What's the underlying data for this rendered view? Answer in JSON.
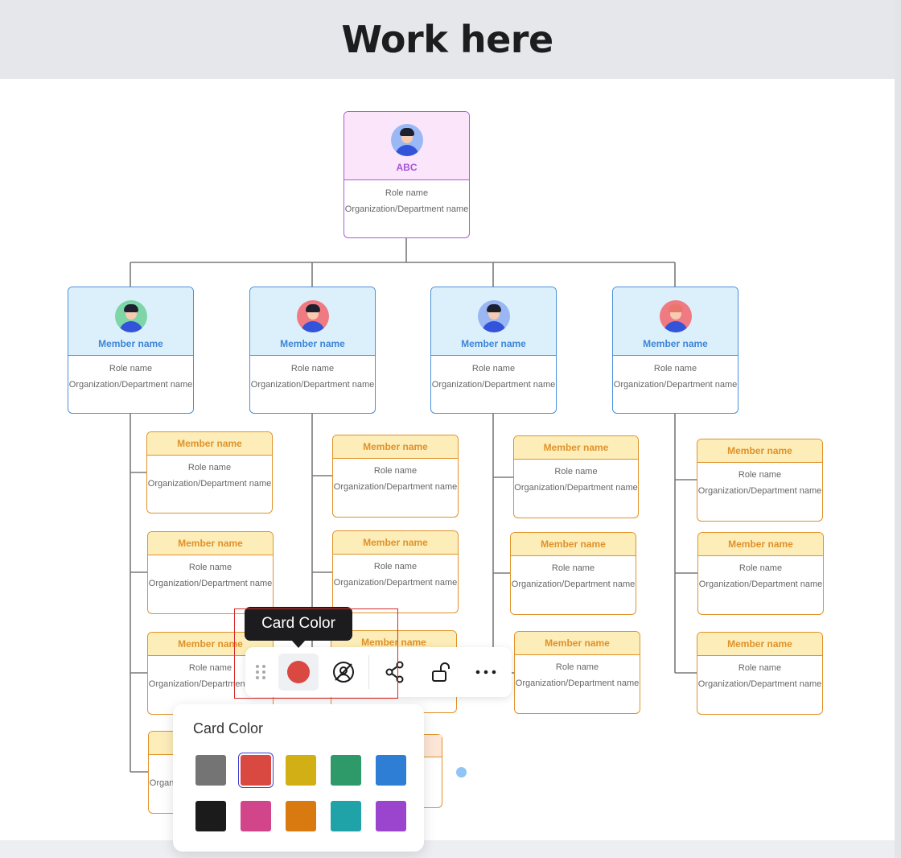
{
  "header": {
    "title": "Work here"
  },
  "org": {
    "root": {
      "name": "ABC",
      "role": "Role name",
      "org": "Organization/Department name"
    },
    "managers": [
      {
        "name": "Member name",
        "role": "Role name",
        "org": "Organization/Department name",
        "avatar_bg": "#7ed6a8",
        "hair": "#1e2030"
      },
      {
        "name": "Member name",
        "role": "Role name",
        "org": "Organization/Department name",
        "avatar_bg": "#f07a82",
        "hair": "#1e2030"
      },
      {
        "name": "Member name",
        "role": "Role name",
        "org": "Organization/Department name",
        "avatar_bg": "#9bb7f3",
        "hair": "#1e2030"
      },
      {
        "name": "Member name",
        "role": "Role name",
        "org": "Organization/Department name",
        "avatar_bg": "#f07a82",
        "hair": "#e8766d"
      }
    ],
    "member": {
      "name": "Member name",
      "role": "Role name",
      "org": "Organization/Department name"
    },
    "colors": {
      "root": "#b05ad8",
      "manager": "#4a90d9",
      "member": "#e0922a",
      "connector": "#7a7a7a"
    }
  },
  "toolbar": {
    "tooltip": "Card Color",
    "current_color": "#da4842",
    "buttons": [
      "drag-handle-icon",
      "card-color-button",
      "hide-avatar-icon",
      "connect-icon",
      "unlock-icon",
      "more-icon"
    ]
  },
  "palette": {
    "title": "Card Color",
    "selected": "#da4842",
    "swatches": [
      "#747474",
      "#da4842",
      "#d2af14",
      "#2e9a6a",
      "#2f7ed6",
      "#1b1b1b",
      "#d3458a",
      "#d97a10",
      "#20a3a8",
      "#9b45cf"
    ]
  }
}
